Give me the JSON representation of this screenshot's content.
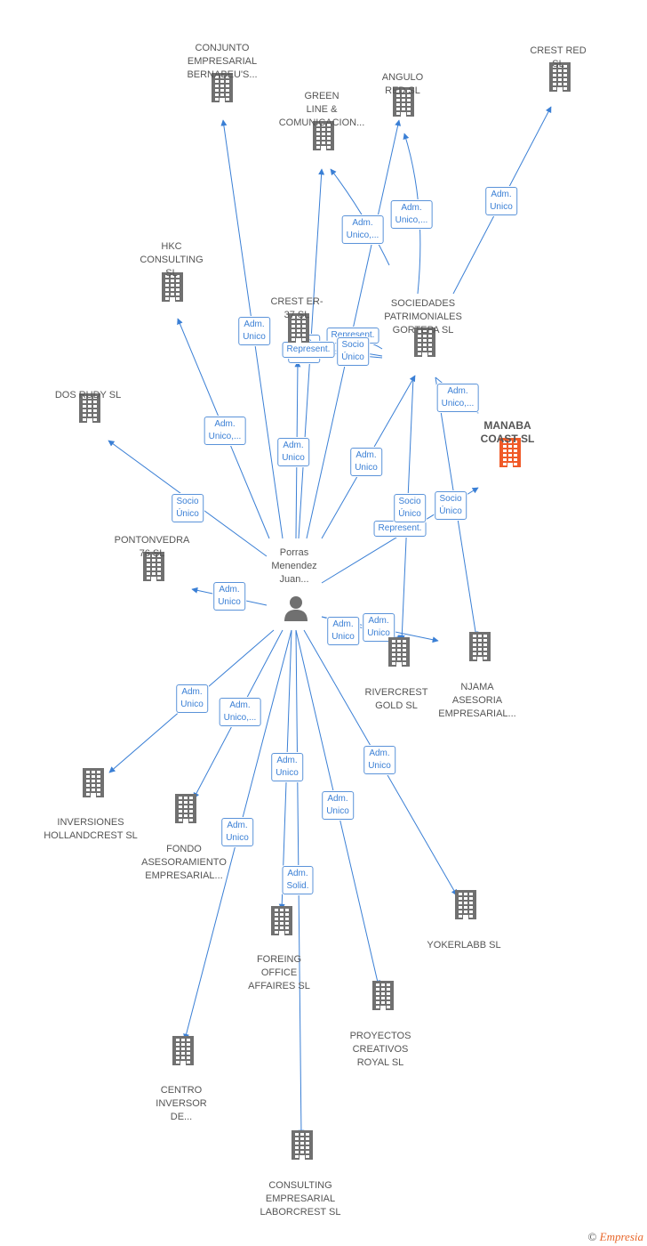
{
  "colors": {
    "edge": "#3a7fd5",
    "building": "#707070",
    "building_focus": "#f05a28",
    "person": "#707070"
  },
  "center": {
    "label": "Porras\nMenendez\nJuan..."
  },
  "nodes": [
    {
      "id": "conjunto",
      "label": "CONJUNTO\nEMPRESARIAL\nBERNABEU'S...",
      "focus": false
    },
    {
      "id": "green",
      "label": "GREEN\nLINE &\nCOMUNICACION...",
      "focus": false
    },
    {
      "id": "angulo",
      "label": "ANGULO\nRED  SL",
      "focus": false
    },
    {
      "id": "crestred",
      "label": "CREST RED\nSL",
      "focus": false
    },
    {
      "id": "hkc",
      "label": "HKC\nCONSULTING\nSL",
      "focus": false
    },
    {
      "id": "crester",
      "label": "CREST ER-\n37  SL",
      "focus": false
    },
    {
      "id": "sociedades",
      "label": "SOCIEDADES\nPATRIMONIALES\nGORTEPA SL",
      "focus": false
    },
    {
      "id": "dosrudy",
      "label": "DOS RUDY  SL",
      "focus": false
    },
    {
      "id": "manaba",
      "label": "MANABA\nCOAST  SL",
      "focus": true
    },
    {
      "id": "pontonvedra",
      "label": "PONTONVEDRA\n76  SL",
      "focus": false
    },
    {
      "id": "rivercrest",
      "label": "RIVERCREST\nGOLD  SL",
      "focus": false
    },
    {
      "id": "njama",
      "label": "NJAMA\nASESORIA\nEMPRESARIAL...",
      "focus": false
    },
    {
      "id": "inversiones",
      "label": "INVERSIONES\nHOLLANDCREST SL",
      "focus": false
    },
    {
      "id": "fondo",
      "label": "FONDO\nASESORAMIENTO\nEMPRESARIAL...",
      "focus": false
    },
    {
      "id": "foreing",
      "label": "FOREING\nOFFICE\nAFFAIRES SL",
      "focus": false
    },
    {
      "id": "yokerlabb",
      "label": "YOKERLABB SL",
      "focus": false
    },
    {
      "id": "proyectos",
      "label": "PROYECTOS\nCREATIVOS\nROYAL  SL",
      "focus": false
    },
    {
      "id": "centro",
      "label": "CENTRO\nINVERSOR\nDE...",
      "focus": false
    },
    {
      "id": "consulting",
      "label": "CONSULTING\nEMPRESARIAL\nLABORCREST SL",
      "focus": false
    }
  ],
  "edges": [
    {
      "from": "center",
      "to": "conjunto",
      "label": "Adm.\nUnico"
    },
    {
      "from": "center",
      "to": "green",
      "label": "Adm.\nUnico"
    },
    {
      "from": "center",
      "to": "angulo",
      "label": "Adm.\nUnico"
    },
    {
      "from": "center",
      "to": "hkc",
      "label": "Adm.\nUnico,..."
    },
    {
      "from": "center",
      "to": "crester",
      "label": "Adm.\nUnico"
    },
    {
      "from": "center",
      "to": "sociedades",
      "label": "Adm.\nUnico"
    },
    {
      "from": "center",
      "to": "dosrudy",
      "label": "Socio\nÚnico"
    },
    {
      "from": "center",
      "to": "manaba",
      "label": "Represent."
    },
    {
      "from": "center",
      "to": "pontonvedra",
      "label": "Adm.\nUnico"
    },
    {
      "from": "center",
      "to": "rivercrest",
      "label": "Adm.\nUnico"
    },
    {
      "from": "center",
      "to": "njama",
      "label": "Adm.\nUnico"
    },
    {
      "from": "center",
      "to": "inversiones",
      "label": "Adm.\nUnico"
    },
    {
      "from": "center",
      "to": "fondo",
      "label": "Adm.\nUnico,..."
    },
    {
      "from": "center",
      "to": "foreing",
      "label": "Adm.\nUnico"
    },
    {
      "from": "center",
      "to": "yokerlabb",
      "label": "Adm.\nUnico"
    },
    {
      "from": "center",
      "to": "proyectos",
      "label": "Adm.\nUnico"
    },
    {
      "from": "center",
      "to": "centro",
      "label": "Adm.\nUnico"
    },
    {
      "from": "center",
      "to": "consulting",
      "label": "Adm.\nSolid."
    },
    {
      "from": "sociedades",
      "to": "green",
      "label": "Adm.\nUnico,..."
    },
    {
      "from": "sociedades",
      "to": "angulo",
      "label": "Adm.\nUnico,..."
    },
    {
      "from": "sociedades",
      "to": "crestred",
      "label": "Adm.\nUnico"
    },
    {
      "from": "sociedades",
      "to": "crester",
      "label": "Represent."
    },
    {
      "from": "sociedades",
      "to": "crester",
      "label": "Represent."
    },
    {
      "from": "sociedades",
      "to": "crester",
      "label": "Socio\nÚnico"
    },
    {
      "from": "sociedades",
      "to": "manaba",
      "label": "Adm.\nUnico,..."
    },
    {
      "from": "sociedades",
      "to": "rivercrest",
      "label": "Socio\nÚnico"
    },
    {
      "from": "sociedades",
      "to": "njama",
      "label": "Socio\nÚnico"
    }
  ],
  "footer": {
    "copyright": "©",
    "brand": "Empresia"
  }
}
